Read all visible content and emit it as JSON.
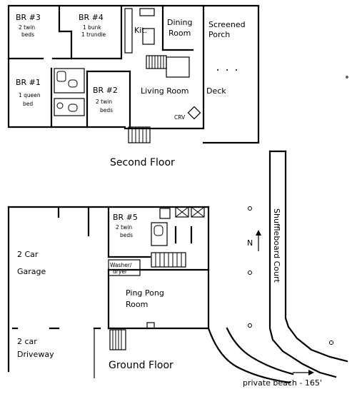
{
  "second_floor": {
    "title": "Second Floor",
    "rooms": {
      "br3": {
        "name": "BR #3",
        "beds": [
          "2 twin",
          "beds"
        ]
      },
      "br4": {
        "name": "BR #4",
        "beds": [
          "1 bunk",
          "1 trundle"
        ]
      },
      "br1": {
        "name": "BR #1",
        "beds": [
          "1 queen",
          "bed"
        ]
      },
      "br2": {
        "name": "BR #2",
        "beds": [
          "2 twin",
          "beds"
        ]
      },
      "kit": {
        "name": "Kit."
      },
      "dining": {
        "name": [
          "Dining",
          "Room"
        ]
      },
      "porch": {
        "name": [
          "Screened",
          "Porch"
        ]
      },
      "living": {
        "name": "Living Room"
      },
      "deck": {
        "name": "Deck"
      },
      "crv": {
        "name": "CRV"
      }
    }
  },
  "ground_floor": {
    "title": "Ground Floor",
    "rooms": {
      "br5": {
        "name": "BR #5",
        "beds": [
          "2 twin",
          "beds"
        ]
      },
      "garage": {
        "name": [
          "2 Car",
          "Garage"
        ]
      },
      "washer": {
        "name": [
          "Washer/",
          "dryer"
        ]
      },
      "pingpong": {
        "name": [
          "Ping Pong",
          "Room"
        ]
      },
      "driveway": {
        "name": [
          "2 car",
          "Driveway"
        ]
      }
    }
  },
  "site": {
    "north": "N",
    "court": "Shuffleboard Court",
    "beach": "private beach - 165'"
  }
}
